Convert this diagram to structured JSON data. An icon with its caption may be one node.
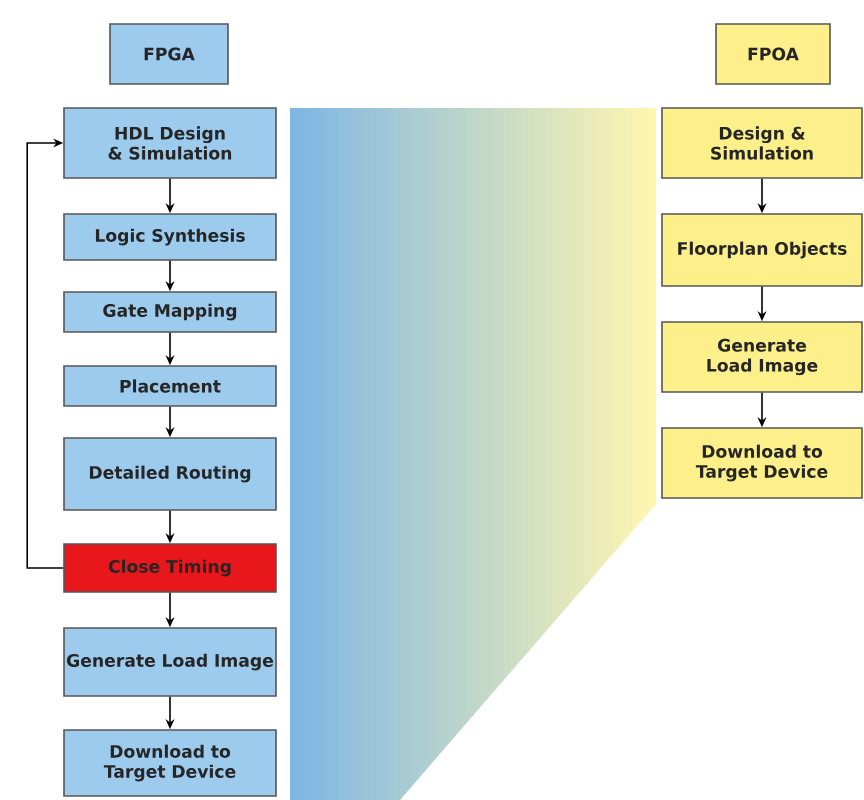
{
  "diagram": {
    "nodes": [
      {
        "text": [
          "FPGA"
        ]
      },
      {
        "text": [
          "HDL Design & Simulation"
        ]
      },
      {
        "text": [
          "Logic Synthesis"
        ]
      },
      {
        "text": [
          "Gate Mapping"
        ]
      },
      {
        "text": [
          "Placement"
        ]
      },
      {
        "text": [
          "Detailed Routing"
        ]
      },
      {
        "text": [
          "Close Timing"
        ]
      },
      {
        "text": [
          "Generate Load Image"
        ]
      },
      {
        "text": [
          "Download to Target Device"
        ]
      },
      {
        "text": [
          "FPOA"
        ]
      },
      {
        "text": [
          "Design & Simulation"
        ]
      },
      {
        "text": [
          "Floorplan Objects"
        ]
      },
      {
        "text": [
          "Generate Load Image"
        ]
      },
      {
        "text": [
          "Download to Target Device"
        ]
      }
    ],
    "edges": [
      {
        "from": 1,
        "to": 2,
        "arrow": "to"
      },
      {
        "from": 2,
        "to": 3,
        "arrow": "to"
      },
      {
        "from": 3,
        "to": 4,
        "arrow": "to"
      },
      {
        "from": 4,
        "to": 5,
        "arrow": "to"
      },
      {
        "from": 5,
        "to": 6,
        "arrow": "to"
      },
      {
        "from": 6,
        "to": 7,
        "arrow": "to"
      },
      {
        "from": 7,
        "to": 8,
        "arrow": "to"
      },
      {
        "from": 6,
        "to": 1,
        "arrow": "to"
      },
      {
        "from": 10,
        "to": 11,
        "arrow": "to"
      },
      {
        "from": 11,
        "to": 12,
        "arrow": "to"
      },
      {
        "from": 12,
        "to": 13,
        "arrow": "to"
      }
    ]
  }
}
